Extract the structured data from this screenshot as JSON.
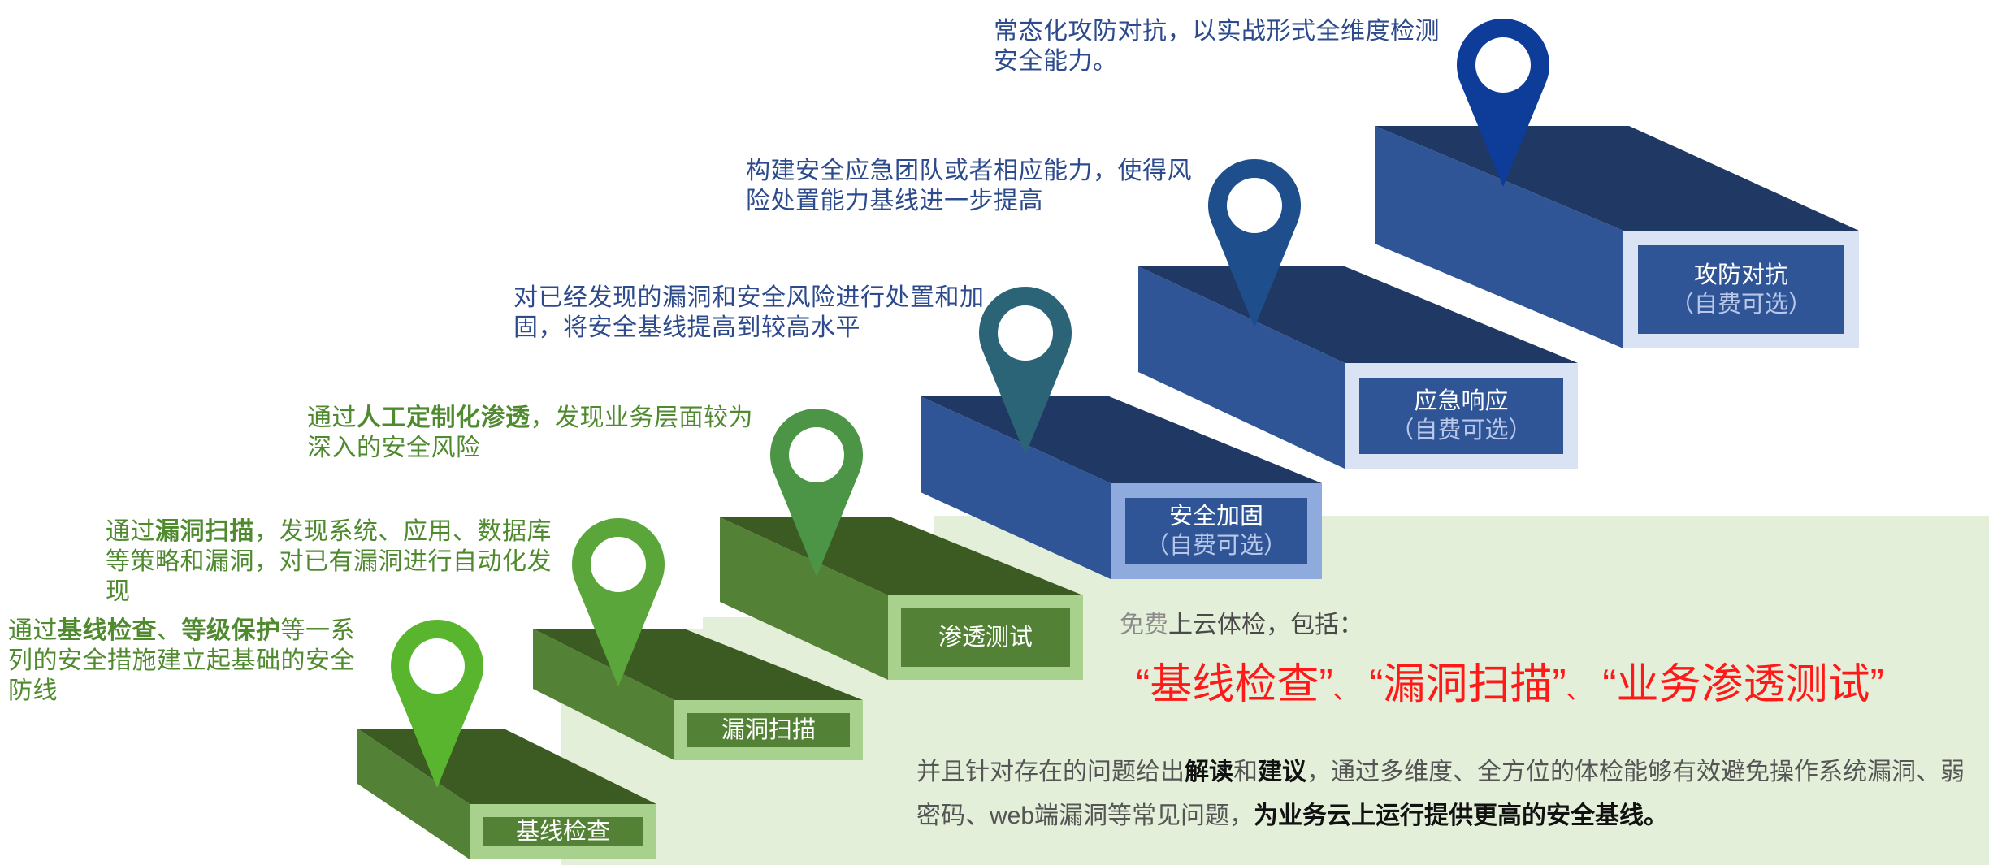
{
  "colors": {
    "bg_green": "#e3efd9",
    "green_top": "#3c5b22",
    "green_side": "#538135",
    "green_frame": "#a9d18e",
    "blue_top": "#203864",
    "blue_side": "#2f5597",
    "blue_frame": "#dae3f3",
    "blue_frame_highlight": "#8faadc",
    "red": "#ff1a1a"
  },
  "steps": [
    {
      "label": "基线检查",
      "sublabel": "",
      "pin_color": "#5ab52e",
      "desc": [
        "通过",
        "基线检查",
        "、",
        "等级保护",
        "等一系列的安全措施建立起基础的安全防线"
      ]
    },
    {
      "label": "漏洞扫描",
      "sublabel": "",
      "pin_color": "#5aa63b",
      "desc": [
        "通过",
        "漏洞扫描",
        "，发现系统、应用、数据库等策略和漏洞，对已有漏洞进行自动化发现"
      ]
    },
    {
      "label": "渗透测试",
      "sublabel": "",
      "pin_color": "#4c9546",
      "desc": [
        "通过",
        "人工定制化渗透",
        "，发现业务层面较为深入的安全风险"
      ]
    },
    {
      "label": "安全加固",
      "sublabel": "（自费可选）",
      "pin_color": "#2c6477",
      "desc": [
        "对已经发现的漏洞和安全风险进行处置和加固，将安全基线提高到较高水平"
      ]
    },
    {
      "label": "应急响应",
      "sublabel": "（自费可选）",
      "pin_color": "#1f4e8c",
      "desc": [
        "构建安全应急团队或者相应能力，使得风险处置能力基线进一步提高"
      ]
    },
    {
      "label": "攻防对抗",
      "sublabel": "（自费可选）",
      "pin_color": "#0d3c99",
      "desc": [
        "常态化攻防对抗，以实战形式全维度检测安全能力。"
      ]
    }
  ],
  "free": {
    "intro_grey": "免费",
    "intro_rest": "上云体检，包括：",
    "items": [
      "“基线检查”",
      "“漏洞扫描”",
      "“业务渗透测试”"
    ],
    "separator": "、",
    "desc_1": "并且针对存在的问题给出",
    "desc_bold_1": "解读",
    "desc_2": "和",
    "desc_bold_2": "建议",
    "desc_3": "，通过多维度、全方位的体检能够有效避免操作系统漏洞、弱密码、web端漏洞等常见问题，",
    "desc_bold_3": "为业务云上运行提供更高的安全基线。"
  }
}
